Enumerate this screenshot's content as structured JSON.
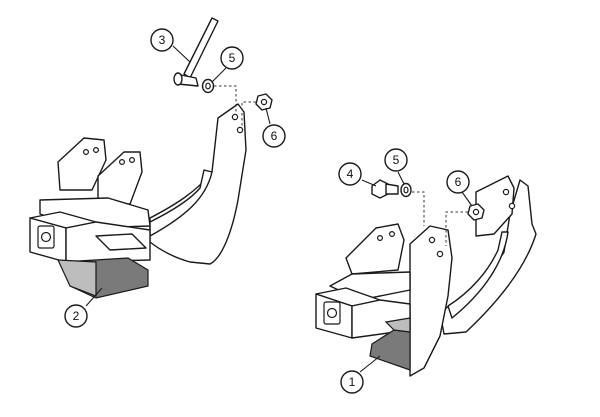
{
  "callouts": {
    "bracket_left": "2",
    "bracket_right": "1",
    "pin_tool": "3",
    "washer_top": "5",
    "nut_top": "6",
    "bolt_right": "4",
    "washer_right": "5",
    "nut_right": "6"
  },
  "colors": {
    "line": "#1a1a1a",
    "shade": "#7a7a7a",
    "light_shade": "#bdbdbd",
    "background": "#ffffff"
  }
}
